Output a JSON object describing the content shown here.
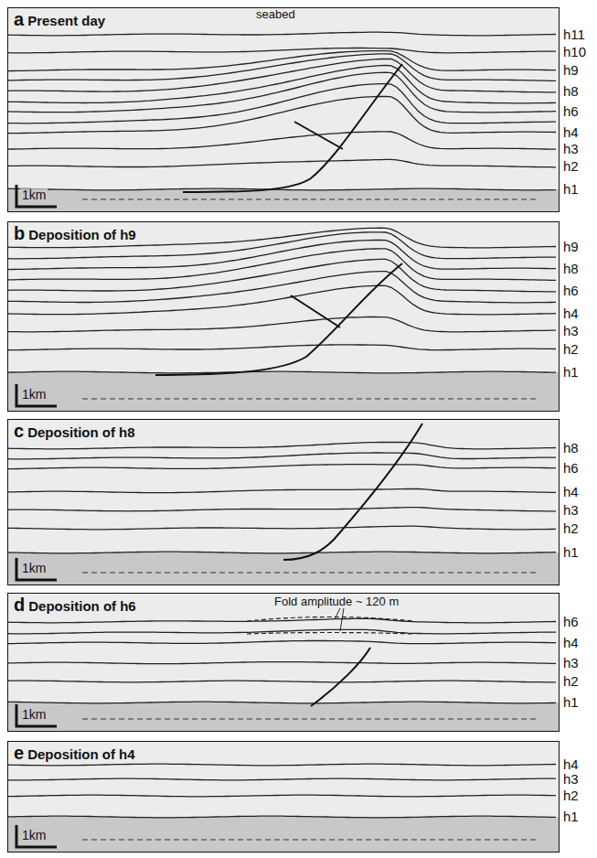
{
  "diagram": {
    "nodes": [
      {
        "text": [
          "a",
          "Present day"
        ]
      },
      {
        "text": [
          "b",
          "Deposition of h9"
        ]
      },
      {
        "text": [
          "c",
          "Deposition of h8"
        ]
      },
      {
        "text": [
          "d",
          "Deposition of h6"
        ]
      },
      {
        "text": [
          "e",
          "Deposition of h4"
        ]
      }
    ],
    "labels": [
      "seabed",
      "h11",
      "h10",
      "h9",
      "h8",
      "h6",
      "h4",
      "h3",
      "h2",
      "h1",
      "1km",
      "h9",
      "h8",
      "h6",
      "h4",
      "h3",
      "h2",
      "h1",
      "1km",
      "h8",
      "h6",
      "h4",
      "h3",
      "h2",
      "h1",
      "1km",
      "Fold amplitude ~ 120 m",
      "h6",
      "h4",
      "h3",
      "h2",
      "h1",
      "1km",
      "h4",
      "h3",
      "h2",
      "h1",
      "1km"
    ]
  }
}
